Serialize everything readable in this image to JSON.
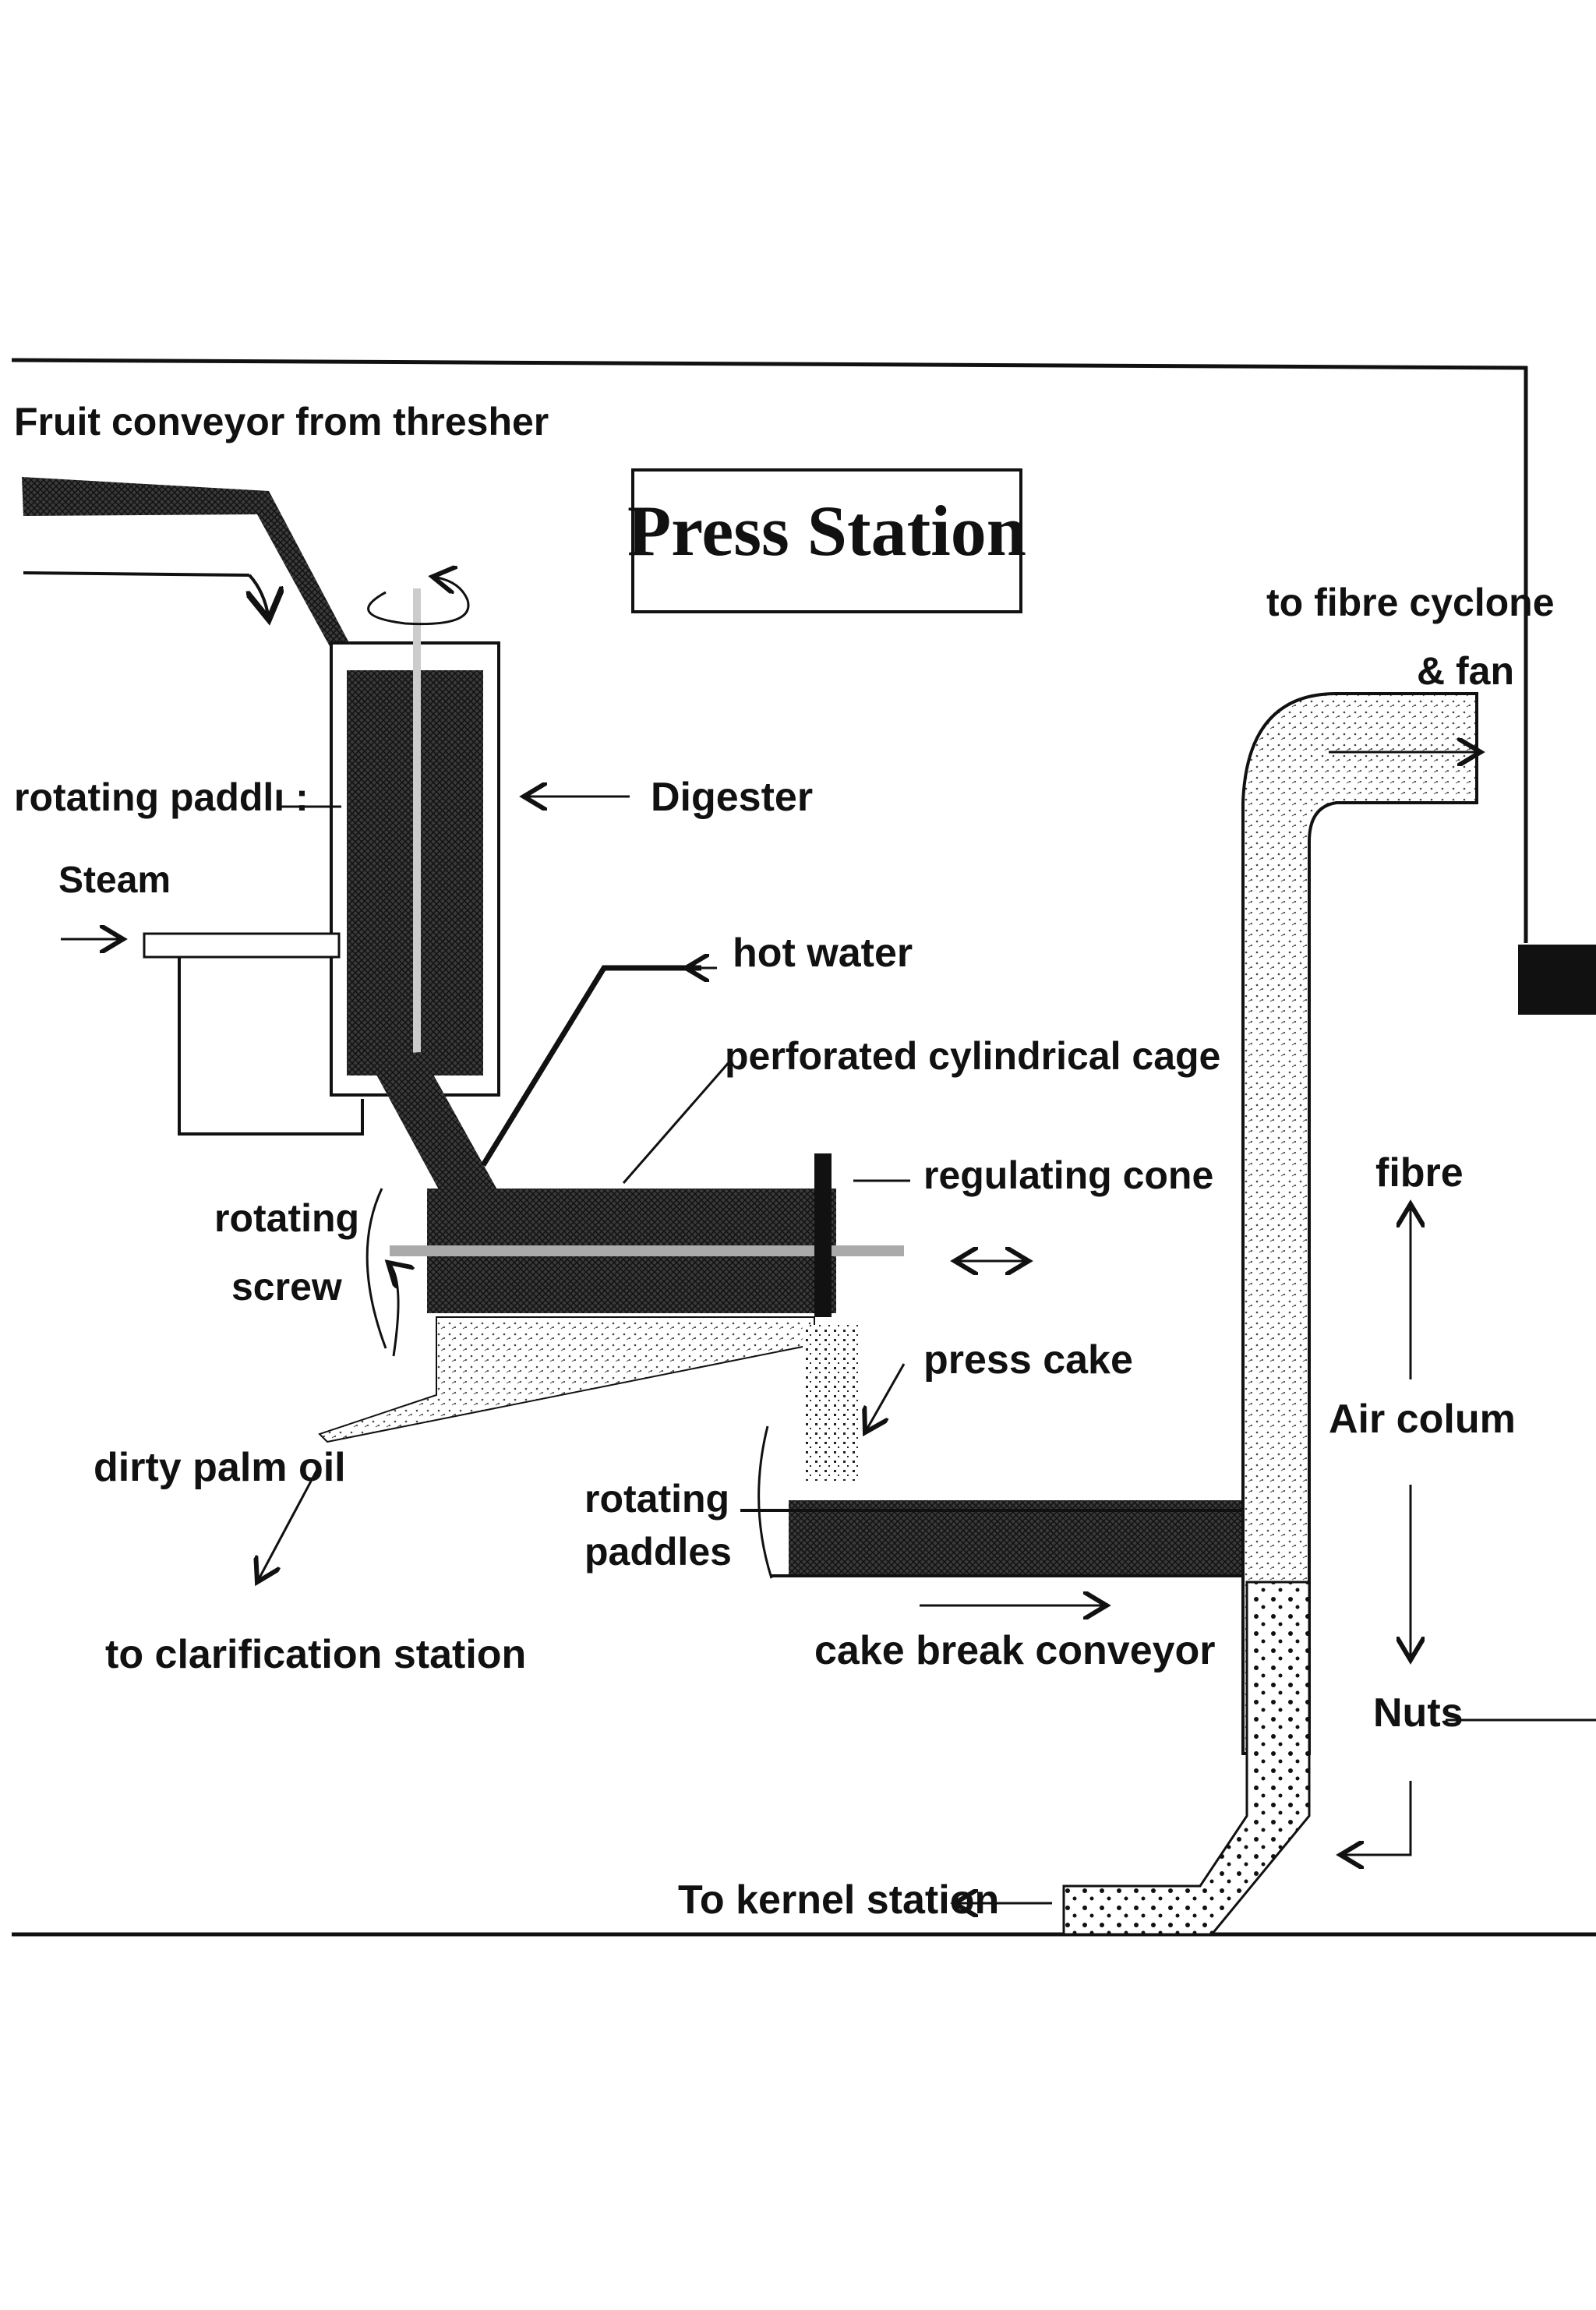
{
  "diagram": {
    "title": "Press Station",
    "labels": {
      "fruit_conveyor": "Fruit conveyor from thresher",
      "rotating_paddles_top": "rotating paddlı :",
      "steam": "Steam",
      "digester": "Digester",
      "hot_water": "hot water",
      "perforated_cage": "perforated cylindrical cage",
      "regulating_cone": "regulating cone",
      "rotating_screw_1": "rotating",
      "rotating_screw_2": "screw",
      "press_cake": "press cake",
      "dirty_palm_oil": "dirty palm oil",
      "to_clarification": "to clarification station",
      "rotating_paddles_bottom_1": "rotating",
      "rotating_paddles_bottom_2": "paddles",
      "cake_break_conveyor": "cake break conveyor",
      "to_kernel_station": "To kernel station",
      "to_fibre_cyclone_1": "to fibre cyclone",
      "to_fibre_cyclone_2": "& fan",
      "fibre": "fibre",
      "air_column": "Air colum",
      "nuts": "Nuts"
    },
    "colors": {
      "ink": "#111111",
      "paper": "#ffffff",
      "dark_fill": "#2a2a2a",
      "stipple": "#555555"
    }
  }
}
